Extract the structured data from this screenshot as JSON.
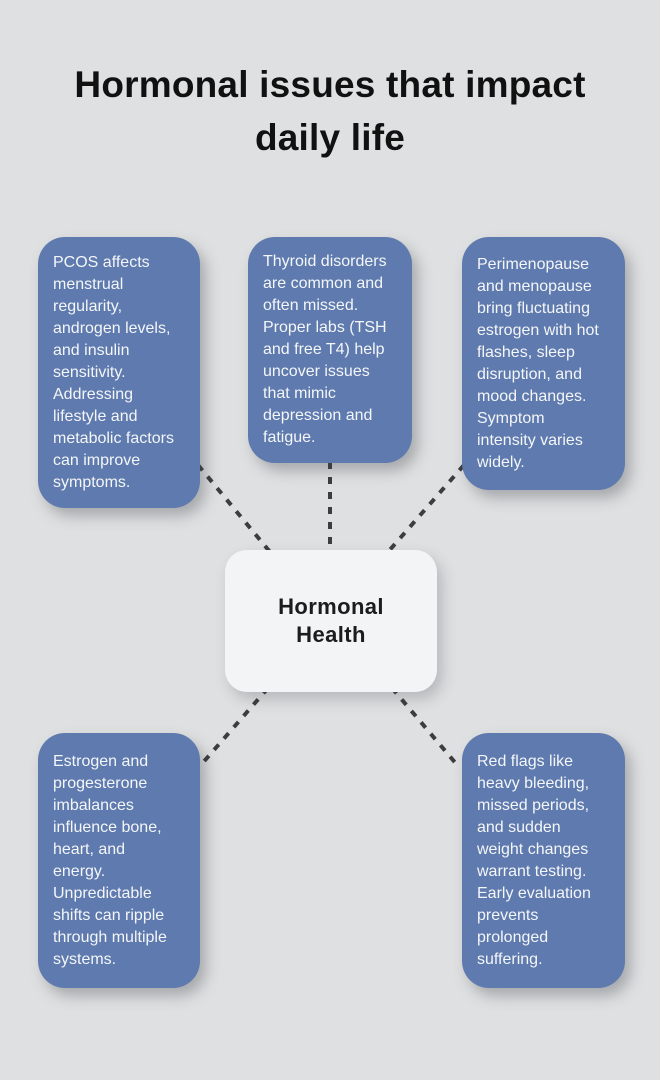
{
  "page": {
    "title": "Hormonal issues that impact\ndaily life"
  },
  "colors": {
    "background": "#dfe0e1",
    "title_text": "#111111",
    "card": "#5e7aae",
    "card_text": "#f4f6f8",
    "center_bg": "#f3f4f6",
    "center_text": "#1c1c1c",
    "connector": "#3d3d3d"
  },
  "diagram": {
    "type": "mind-map",
    "center": {
      "label": "Hormonal\nHealth"
    },
    "nodes": [
      {
        "id": "pcos",
        "position": "top-left",
        "text": "PCOS affects\nmenstrual\nregularity,\nandrogen levels,\nand insulin\nsensitivity.\nAddressing\nlifestyle and\nmetabolic factors\ncan improve\nsymptoms."
      },
      {
        "id": "thyroid",
        "position": "top-center",
        "text": "Thyroid disorders\nare common and\noften missed.\nProper labs (TSH\nand free T4) help\nuncover issues\nthat mimic\ndepression and\nfatigue."
      },
      {
        "id": "perimenopause",
        "position": "top-right",
        "text": "Perimenopause\nand menopause\nbring fluctuating\nestrogen with hot\nflashes, sleep\ndisruption, and\nmood changes.\nSymptom\nintensity varies\nwidely."
      },
      {
        "id": "estrogen",
        "position": "bottom-left",
        "text": "Estrogen and\nprogesterone\nimbalances\ninfluence bone,\nheart, and\nenergy.\nUnpredictable\nshifts can ripple\nthrough multiple\nsystems."
      },
      {
        "id": "redflags",
        "position": "bottom-right",
        "text": "Red flags like\nheavy bleeding,\nmissed periods,\nand sudden\nweight changes\nwarrant testing.\nEarly evaluation\nprevents\nprolonged\nsuffering."
      }
    ],
    "connectors": [
      {
        "from": "center",
        "to": "pcos"
      },
      {
        "from": "center",
        "to": "thyroid"
      },
      {
        "from": "center",
        "to": "perimenopause"
      },
      {
        "from": "center",
        "to": "estrogen"
      },
      {
        "from": "center",
        "to": "redflags"
      }
    ]
  }
}
